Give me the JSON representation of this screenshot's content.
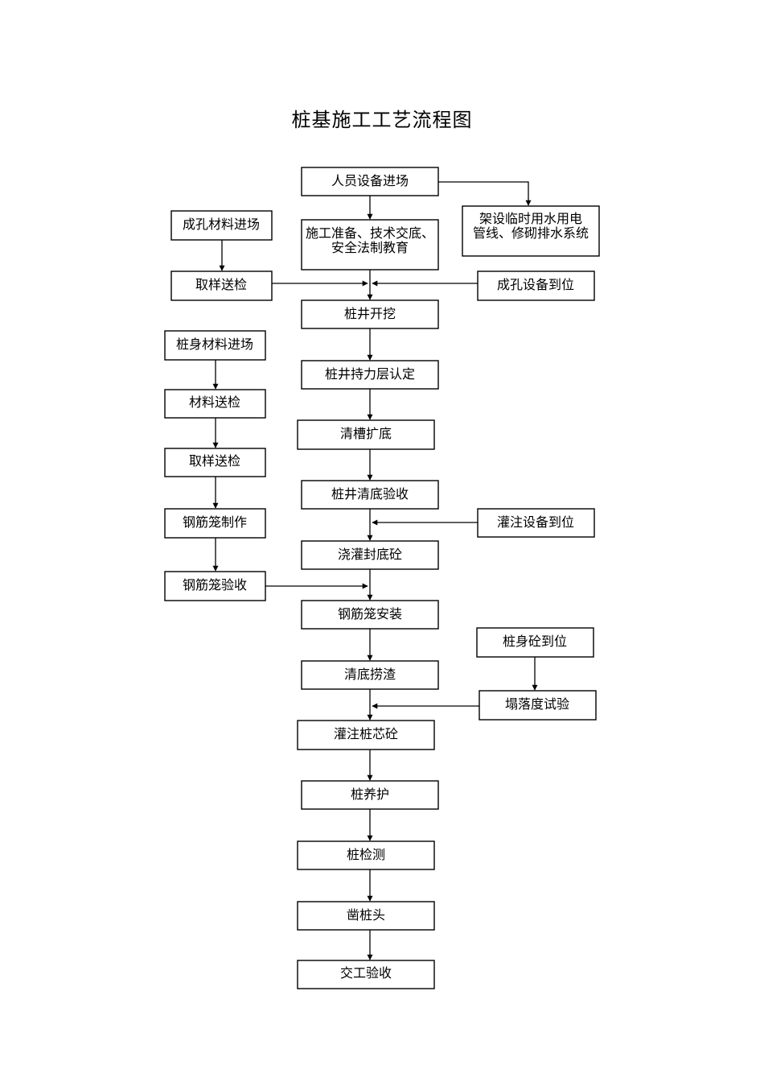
{
  "title": "桩基施工工艺流程图",
  "nodes": {
    "personnel_equipment_entry": "人员设备进场",
    "construction_prep_line1": "施工准备、技术交底、",
    "construction_prep_line2": "安全法制教育",
    "temp_utilities_line1": "架设临时用水用电",
    "temp_utilities_line2": "管线、修砌排水系统",
    "hole_material_entry": "成孔材料进场",
    "sampling_inspection_1": "取样送检",
    "hole_equipment_ready": "成孔设备到位",
    "pile_well_excavation": "桩井开挖",
    "bearing_layer_confirm": "桩井持力层认定",
    "pile_body_material_entry": "桩身材料进场",
    "material_inspection": "材料送检",
    "sampling_inspection_2": "取样送检",
    "trench_cleaning_enlarge": "清槽扩底",
    "rebar_cage_fabrication": "钢筋笼制作",
    "pile_well_clean_acceptance": "桩井清底验收",
    "pouring_equipment_ready": "灌注设备到位",
    "bottom_seal_pouring": "浇灌封底砼",
    "rebar_cage_acceptance": "钢筋笼验收",
    "rebar_cage_install": "钢筋笼安装",
    "pile_concrete_ready": "桩身砼到位",
    "bottom_slag_cleaning": "清底捞渣",
    "slump_test": "塌落度试验",
    "core_concrete_pouring": "灌注桩芯砼",
    "pile_curing": "桩养护",
    "pile_testing": "桩检测",
    "pile_head_chiseling": "凿桩头",
    "handover_acceptance": "交工验收"
  }
}
